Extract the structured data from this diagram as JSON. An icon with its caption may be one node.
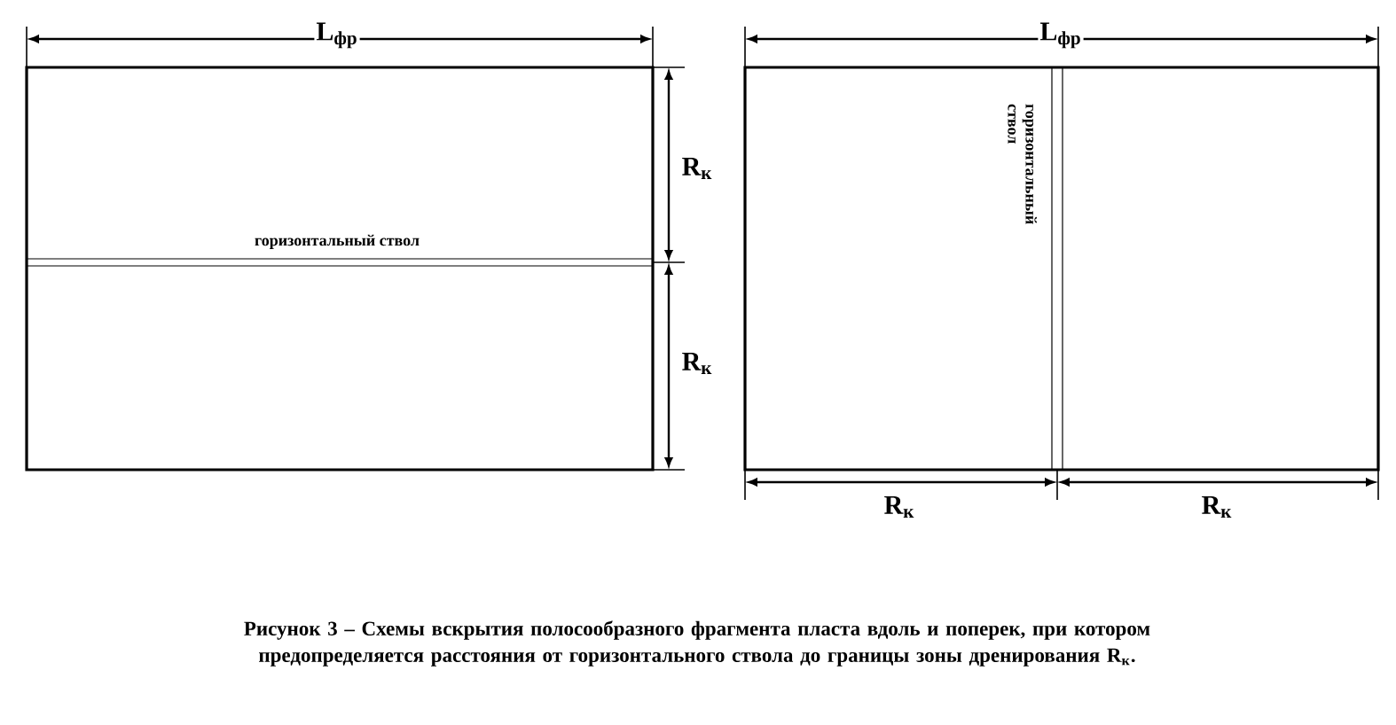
{
  "diagram": {
    "caption": "Рисунок 3 – Схемы вскрытия полосообразного фрагмента пласта вдоль и поперек, при котором предопределяется расстояния от горизонтального ствола до границы зоны дренирования R$_{к}$.",
    "nodes": [
      {
        "text": [
          "горизонтальный ствол"
        ]
      },
      {
        "text": [
          "горизонтальный ствол"
        ]
      }
    ],
    "labels": [
      "L$_{фр}$",
      "L$_{фр}$",
      "R$_{к}$",
      "R$_{к}$",
      "R$_{к}$",
      "R$_{к}$"
    ]
  }
}
